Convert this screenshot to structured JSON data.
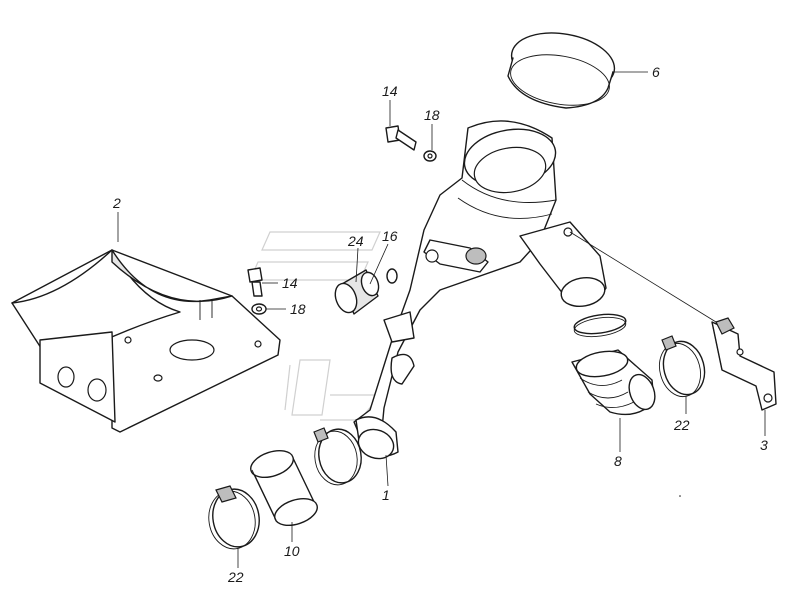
{
  "callouts": {
    "c1": "1",
    "c2": "2",
    "c3": "3",
    "c6": "6",
    "c8": "8",
    "c10": "10",
    "c14a": "14",
    "c14b": "14",
    "c16": "16",
    "c18a": "18",
    "c18b": "18",
    "c22a": "22",
    "c22b": "22",
    "c24": "24"
  },
  "colors": {
    "line": "#1a1a1a",
    "fill": "#ffffff",
    "shade": "#e6e6e6",
    "watermark": "#d0d0d0"
  }
}
